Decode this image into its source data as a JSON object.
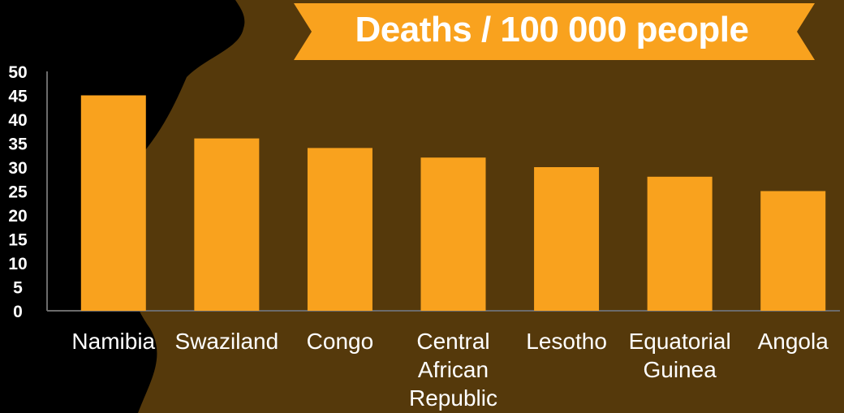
{
  "chart_data": {
    "type": "bar",
    "title": "Deaths / 100 000 people",
    "categories": [
      "Namibia",
      "Swaziland",
      "Congo",
      "Central African Republic",
      "Lesotho",
      "Equatorial Guinea",
      "Angola"
    ],
    "category_lines": [
      [
        "Namibia"
      ],
      [
        "Swaziland"
      ],
      [
        "Congo"
      ],
      [
        "Central",
        "African",
        "Republic"
      ],
      [
        "Lesotho"
      ],
      [
        "Equatorial",
        "Guinea"
      ],
      [
        "Angola"
      ]
    ],
    "values": [
      45,
      36,
      34,
      32,
      30,
      28,
      25
    ],
    "ylim": [
      0,
      50
    ],
    "yticks": [
      0,
      5,
      10,
      15,
      20,
      25,
      30,
      35,
      40,
      45,
      50
    ],
    "xlabel": "",
    "ylabel": "",
    "grid": false,
    "colors": {
      "bar": "#F9A21E",
      "banner": "#F9A21E",
      "map_background": "#55390B",
      "page_background": "#000000",
      "text": "#FFFFFF",
      "axis": "#6B6B6B"
    }
  }
}
